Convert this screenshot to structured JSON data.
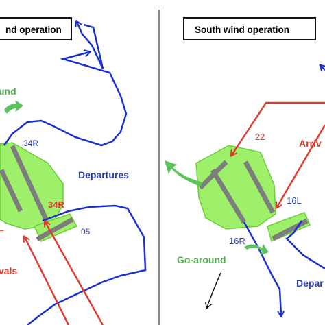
{
  "panels": {
    "left": {
      "title": "nd operation",
      "labels": {
        "goaround": "und",
        "runway_34r_top": "34R",
        "runway_34r_mid": "34R",
        "runway_05": "05",
        "departures": "Departures",
        "arrivals": "vals"
      }
    },
    "right": {
      "title": "South  wind operation",
      "labels": {
        "runway_22": "22",
        "arrivals": "Arriv",
        "runway_16l": "16L",
        "runway_16r": "16R",
        "goaround": "Go-around",
        "departures": "Depar"
      }
    }
  },
  "colors": {
    "departure": "#1a2fd0",
    "arrival": "#e03a2e",
    "goaround": "#5cc35a",
    "airport": "#9ef06a",
    "airport_edge": "#6ccc3a",
    "runway": "#808080",
    "label_blue": "#2a3fb8",
    "label_red": "#e03a2e",
    "label_green": "#4cae4a"
  }
}
